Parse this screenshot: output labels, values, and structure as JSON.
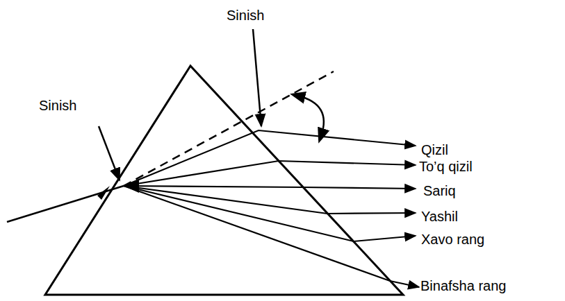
{
  "diagram": {
    "labels": [
      "Sinish",
      "Sinish",
      "Qizil",
      "To’q qizil",
      "Sariq",
      "Yashil",
      "Xavo rang",
      "Binafsha rang"
    ]
  }
}
